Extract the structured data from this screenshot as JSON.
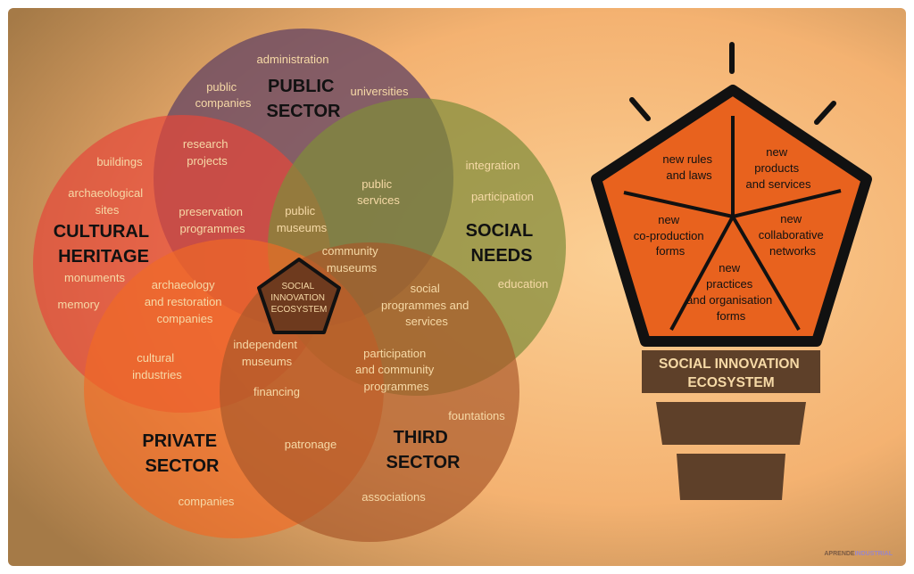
{
  "sectors": {
    "public": [
      "PUBLIC",
      "SECTOR"
    ],
    "cultural": [
      "CULTURAL",
      "HERITAGE"
    ],
    "social": [
      "SOCIAL",
      "NEEDS"
    ],
    "private": [
      "PRIVATE",
      "SECTOR"
    ],
    "third": [
      "THIRD",
      "SECTOR"
    ]
  },
  "labels": {
    "administration": [
      "administration"
    ],
    "public_companies": [
      "public",
      "companies"
    ],
    "universities": [
      "universities"
    ],
    "research_projects": [
      "research",
      "projects"
    ],
    "buildings": [
      "buildings"
    ],
    "archaeological_sites": [
      "archaeological",
      "sites"
    ],
    "preservation_programmes": [
      "preservation",
      "programmes"
    ],
    "public_museums": [
      "public",
      "museums"
    ],
    "public_services": [
      "public",
      "services"
    ],
    "integration": [
      "integration"
    ],
    "participation": [
      "participation"
    ],
    "community_museums": [
      "community",
      "museums"
    ],
    "monuments": [
      "monuments"
    ],
    "memory": [
      "memory"
    ],
    "archaeology_companies": [
      "archaeology",
      "and restoration",
      "companies"
    ],
    "social_programmes": [
      "social",
      "programmes and",
      "services"
    ],
    "education": [
      "education"
    ],
    "cultural_industries": [
      "cultural",
      "industries"
    ],
    "independent_museums": [
      "independent",
      "museums"
    ],
    "participation_programmes": [
      "participation",
      "and community",
      "programmes"
    ],
    "financing": [
      "financing"
    ],
    "fountations": [
      "fountations"
    ],
    "patronage": [
      "patronage"
    ],
    "companies": [
      "companies"
    ],
    "associations": [
      "associations"
    ]
  },
  "core": [
    "SOCIAL",
    "INNOVATION",
    "ECOSYSTEM"
  ],
  "pentagon": {
    "rules": [
      "new rules",
      "and laws"
    ],
    "products": [
      "new",
      "products",
      "and services"
    ],
    "coproduction": [
      "new",
      "co-production",
      "forms"
    ],
    "collaborative": [
      "new",
      "collaborative",
      "networks"
    ],
    "practices": [
      "new",
      "practices",
      "and organisation",
      "forms"
    ]
  },
  "base_title": [
    "SOCIAL INNOVATION",
    "ECOSYSTEM"
  ],
  "watermark": {
    "part1": "APRENDE",
    "part2": "INDUSTRIAL"
  },
  "colors": {
    "public": "#6d4a63",
    "cultural": "#e6473a",
    "social": "#7f8c3a",
    "private": "#f06a25",
    "third": "#a8572a",
    "bulb_fill": "#e8621e",
    "bulb_base": "#5e4029"
  }
}
